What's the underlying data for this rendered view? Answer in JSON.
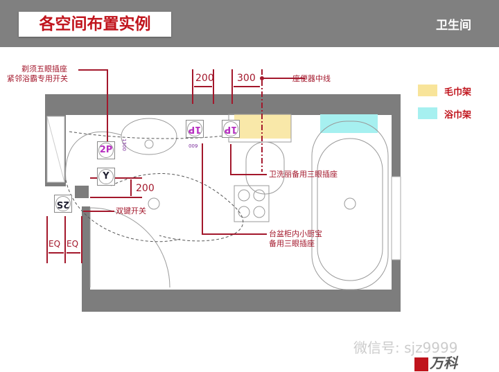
{
  "header": {
    "title": "各空间布置实例",
    "section": "卫生间"
  },
  "legend": [
    {
      "label": "毛巾架",
      "color": "#f8e49a"
    },
    {
      "label": "浴巾架",
      "color": "#a6f0f0"
    }
  ],
  "annotations": {
    "five_hole_socket_line1": "剃须五眼插座",
    "five_hole_socket_line2": "紧邻浴霸专用开关",
    "toilet_centerline": "座便器中线",
    "bidet_socket": "卫洗丽备用三眼插座",
    "double_switch": "双键开关",
    "cabinet_socket_line1": "台盆柜内小厨宝",
    "cabinet_socket_line2": "备用三眼插座"
  },
  "dimensions": {
    "d1": "200",
    "d2": "300",
    "d3": "200",
    "eq1": "EQ",
    "eq2": "EQ",
    "h1": "1300",
    "h2": "600"
  },
  "symbols": {
    "s2p": "2P",
    "s1p_a": "1P",
    "s1p_b": "1P",
    "sy": "Y",
    "s2s": "2S"
  },
  "watermark": {
    "text": "微信号: sjz9999",
    "logo": "万科"
  }
}
